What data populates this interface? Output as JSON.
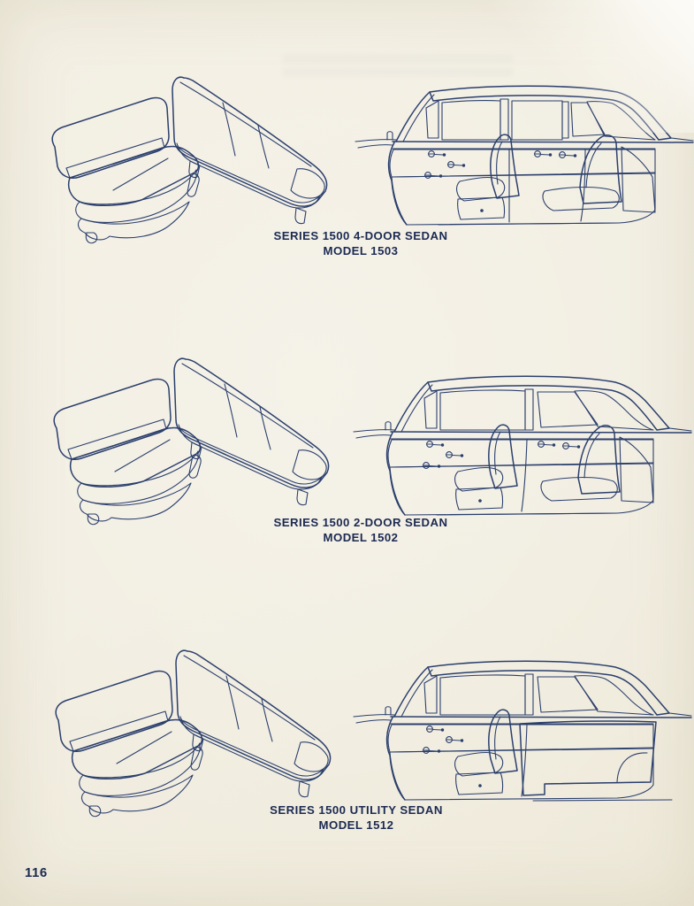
{
  "page": {
    "number": "116"
  },
  "sections": [
    {
      "model_key": "4-door-sedan",
      "caption_line1": "SERIES 1500 4-DOOR SEDAN",
      "caption_line2": "MODEL 1503",
      "illustrations": [
        "front-bench-seat-illustration",
        "rear-bench-seat-illustration",
        "interior-cutaway-illustration"
      ]
    },
    {
      "model_key": "2-door-sedan",
      "caption_line1": "SERIES 1500 2-DOOR SEDAN",
      "caption_line2": "MODEL 1502",
      "illustrations": [
        "front-bench-seat-illustration",
        "rear-bench-seat-illustration",
        "interior-cutaway-illustration"
      ]
    },
    {
      "model_key": "utility-sedan",
      "caption_line1": "SERIES 1500 UTILITY SEDAN",
      "caption_line2": "MODEL 1512",
      "illustrations": [
        "front-bench-seat-illustration",
        "front-seat-rear-view-illustration",
        "interior-cutaway-illustration"
      ]
    }
  ],
  "colors": {
    "paper": "#f1ede0",
    "ink_outline": "#2b3f6d",
    "caption_text": "#1c2a52",
    "halftone_light": "#a3b3ca",
    "halftone_dark": "#6d85ac"
  }
}
